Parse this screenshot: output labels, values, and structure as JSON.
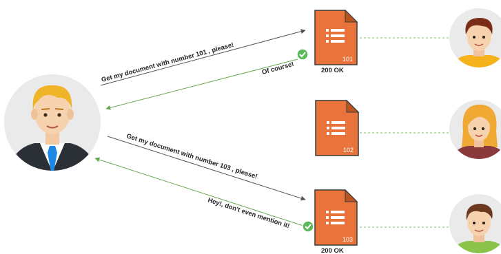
{
  "colors": {
    "document": "#e8743b",
    "document_fold": "#b9541f",
    "document_outline": "#3a3a3a",
    "request_arrow": "#555555",
    "response_arrow": "#6aa84f",
    "dotted_link": "#7dbf5a",
    "check_badge": "#5cb85c"
  },
  "requests": [
    {
      "label": "Get my document with number 101 , please!"
    },
    {
      "label": "Get my document with number 103 , please!"
    }
  ],
  "responses": [
    {
      "label": "Of course!"
    },
    {
      "label": "Hey!, don't even mention it!"
    }
  ],
  "documents": [
    {
      "number": "101",
      "status": "200 OK",
      "icon": "document-list-icon"
    },
    {
      "number": "102",
      "status": "",
      "icon": "document-list-icon"
    },
    {
      "number": "103",
      "status": "200 OK",
      "icon": "document-list-icon"
    }
  ],
  "people": {
    "client": {
      "icon": "businessman-avatar-icon"
    },
    "owners": [
      {
        "icon": "man-avatar-icon"
      },
      {
        "icon": "woman-avatar-icon"
      },
      {
        "icon": "man-avatar-icon"
      }
    ]
  }
}
